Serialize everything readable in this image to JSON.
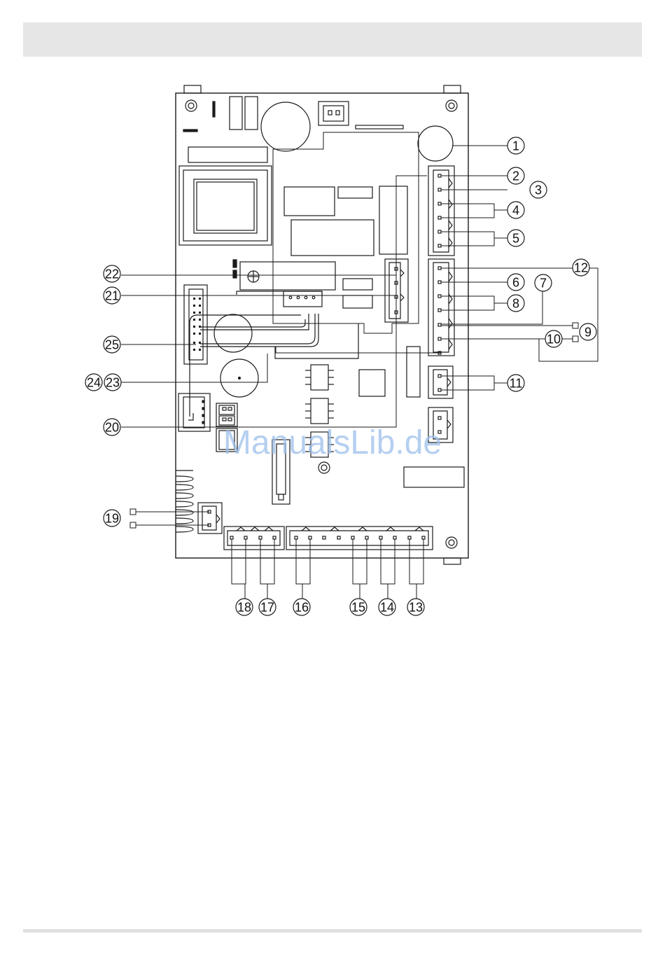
{
  "watermark": "ManualsLib.de",
  "callouts": [
    {
      "id": "c1",
      "label": "1"
    },
    {
      "id": "c2",
      "label": "2"
    },
    {
      "id": "c3",
      "label": "3"
    },
    {
      "id": "c4",
      "label": "4"
    },
    {
      "id": "c5",
      "label": "5"
    },
    {
      "id": "c6",
      "label": "6"
    },
    {
      "id": "c7",
      "label": "7"
    },
    {
      "id": "c8",
      "label": "8"
    },
    {
      "id": "c9",
      "label": "9"
    },
    {
      "id": "c10",
      "label": "10"
    },
    {
      "id": "c11",
      "label": "11"
    },
    {
      "id": "c12",
      "label": "12"
    },
    {
      "id": "c13",
      "label": "13"
    },
    {
      "id": "c14",
      "label": "14"
    },
    {
      "id": "c15",
      "label": "15"
    },
    {
      "id": "c16",
      "label": "16"
    },
    {
      "id": "c17",
      "label": "17"
    },
    {
      "id": "c18",
      "label": "18"
    },
    {
      "id": "c19",
      "label": "19"
    },
    {
      "id": "c20",
      "label": "20"
    },
    {
      "id": "c21",
      "label": "21"
    },
    {
      "id": "c22",
      "label": "22"
    },
    {
      "id": "c23",
      "label": "23"
    },
    {
      "id": "c24",
      "label": "24"
    },
    {
      "id": "c25",
      "label": "25"
    }
  ],
  "colors": {
    "line": "#1a1a1a",
    "header": "#e6e6e6",
    "watermark": "#9dc0ec"
  }
}
